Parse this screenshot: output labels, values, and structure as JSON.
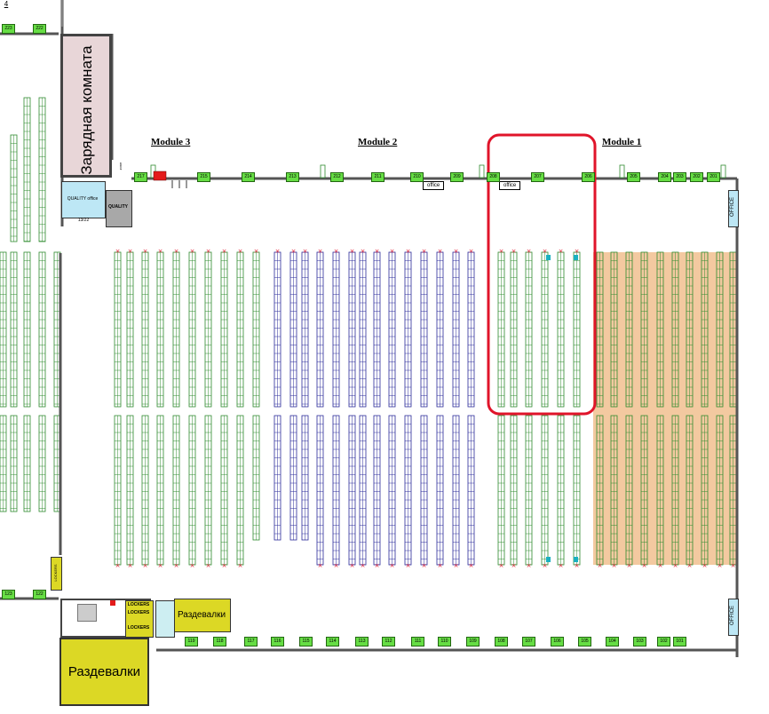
{
  "header_fragment": "4",
  "rooms": {
    "charging_room": "Зарядная комната",
    "changing_room_upper": "Раздевалки",
    "changing_room_lower": "Раздевалки",
    "quality_office": "QUALITY office",
    "quality": "QUALITY",
    "quality_sub": "13/22",
    "lockers": [
      "LOCKERS",
      "LOCKERS",
      "LOCKERS"
    ],
    "lockers_side": "LOCKERS",
    "office_right_top": "OFFICE",
    "office_right_bottom": "OFFICE",
    "office_tag_1": "office",
    "office_tag_2": "office",
    "small_zone": "zone"
  },
  "modules": [
    "Module 3",
    "Module 2",
    "Module 1"
  ],
  "top_docks": [
    "217",
    "215",
    "214",
    "213",
    "212",
    "211",
    "210",
    "209",
    "208",
    "207",
    "206",
    "205",
    "204",
    "203",
    "202",
    "201"
  ],
  "bottom_docks": [
    "119",
    "118",
    "117",
    "116",
    "115",
    "114",
    "113",
    "112",
    "111",
    "110",
    "109",
    "108",
    "107",
    "106",
    "105",
    "104",
    "103",
    "102",
    "101"
  ],
  "left_docks_top": [
    "223",
    "222"
  ],
  "left_docks_bottom": [
    "123",
    "122"
  ],
  "colors": {
    "green_rack": "#2e8b2e",
    "blue_rack": "#2a2a9a",
    "orange_zone": "#f3c9a0",
    "highlight": "#e0142a",
    "wall": "#555555",
    "yellow_room": "#dcd825",
    "pink_room": "#e8d6d8",
    "dock_green": "#66dd44"
  }
}
